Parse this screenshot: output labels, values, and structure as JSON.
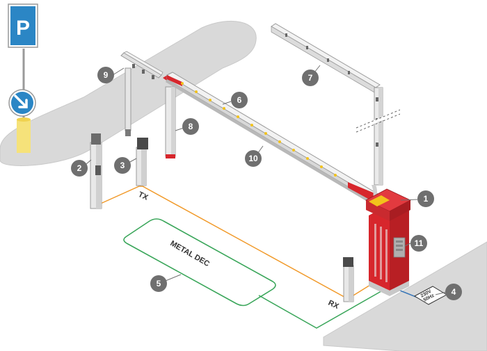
{
  "sign": {
    "parking_letter": "P"
  },
  "labels": {
    "tx": "TX",
    "rx": "RX",
    "metal_dec": "METAL DEC",
    "power_line1": "230V",
    "power_line2": "50Hz"
  },
  "callouts": [
    {
      "id": "1"
    },
    {
      "id": "2"
    },
    {
      "id": "3"
    },
    {
      "id": "4"
    },
    {
      "id": "5"
    },
    {
      "id": "6"
    },
    {
      "id": "7"
    },
    {
      "id": "8"
    },
    {
      "id": "9"
    },
    {
      "id": "10"
    },
    {
      "id": "11"
    }
  ],
  "colors": {
    "accent_red": "#d7262c",
    "yellow": "#f2c21b",
    "orange_cable": "#f19a2a",
    "green_loop": "#3aa65a",
    "blue_cable": "#3b78b8",
    "callout_gray": "#6f6f6f",
    "sign_blue": "#2b86c5",
    "island_gray": "#d9d9d9"
  }
}
